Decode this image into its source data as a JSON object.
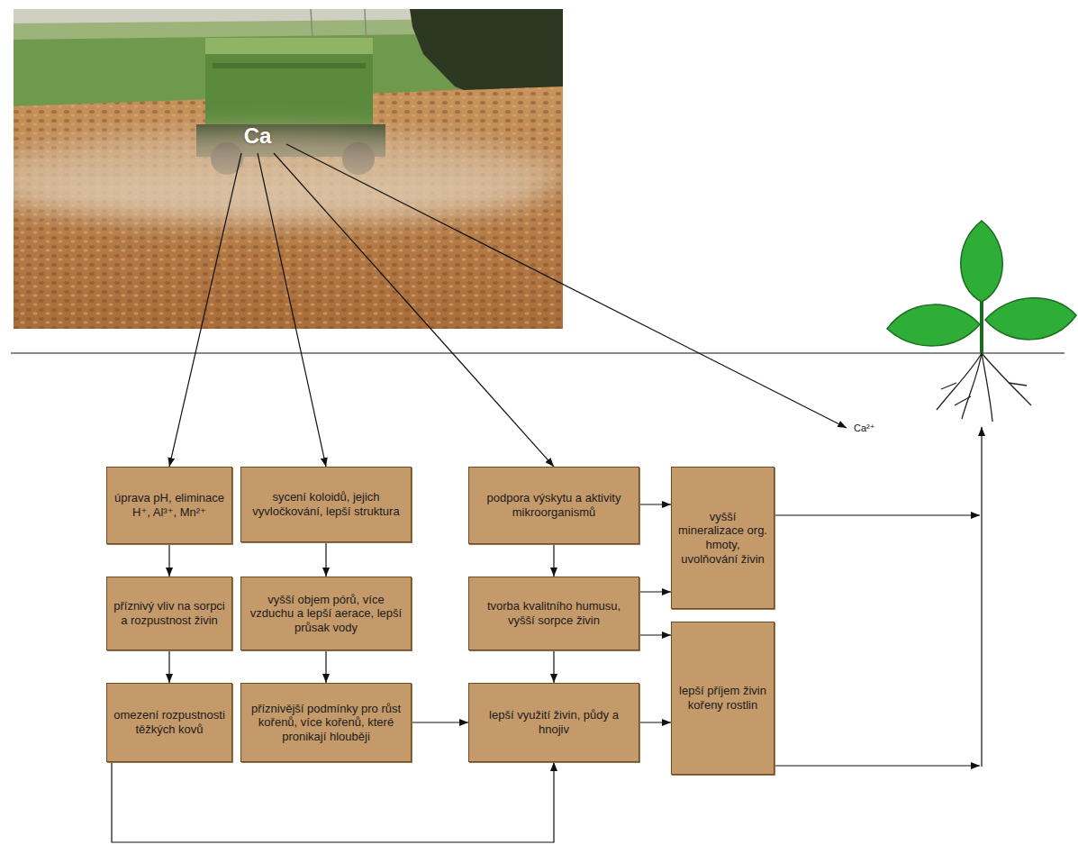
{
  "diagram": {
    "nodes": [
      {
        "text": [
          "Ca"
        ]
      },
      {
        "text": [
          "úprava pH, eliminace H⁺, Al³⁺, Mn²⁺"
        ]
      },
      {
        "text": [
          "příznivý vliv na sorpci a rozpustnost živin"
        ]
      },
      {
        "text": [
          "omezení rozpustnosti těžkých kovů"
        ]
      },
      {
        "text": [
          "sycení koloidů, jejich vyvločkování, lepší struktura"
        ]
      },
      {
        "text": [
          "vyšší objem pórů, více vzduchu a lepší aerace, lepší průsak vody"
        ]
      },
      {
        "text": [
          "příznivější podmínky pro růst kořenů, více kořenů, které pronikají hlouběji"
        ]
      },
      {
        "text": [
          "podpora výskytu a aktivity mikroorganismů"
        ]
      },
      {
        "text": [
          "tvorba kvalitního humusu, vyšší sorpce živin"
        ]
      },
      {
        "text": [
          "lepší využití živin, půdy a hnojiv"
        ]
      },
      {
        "text": [
          "vyšší mineralizace org. hmoty, uvolňování živin"
        ]
      },
      {
        "text": [
          "lepší příjem živin kořeny rostlin"
        ]
      }
    ],
    "edges": [
      {
        "from": 0,
        "to": 1,
        "arrow": "to"
      },
      {
        "from": 0,
        "to": 4,
        "arrow": "to"
      },
      {
        "from": 0,
        "to": 7,
        "arrow": "to"
      },
      {
        "from": 1,
        "to": 2,
        "arrow": "to"
      },
      {
        "from": 2,
        "to": 3,
        "arrow": "to"
      },
      {
        "from": 4,
        "to": 5,
        "arrow": "to"
      },
      {
        "from": 5,
        "to": 6,
        "arrow": "to"
      },
      {
        "from": 7,
        "to": 8,
        "arrow": "to"
      },
      {
        "from": 8,
        "to": 9,
        "arrow": "to"
      },
      {
        "from": 7,
        "to": 10,
        "arrow": "to"
      },
      {
        "from": 8,
        "to": 10,
        "arrow": "to"
      },
      {
        "from": 8,
        "to": 11,
        "arrow": "to"
      },
      {
        "from": 6,
        "to": 9,
        "arrow": "to"
      },
      {
        "from": 9,
        "to": 11,
        "arrow": "to"
      },
      {
        "from": 3,
        "to": 9,
        "arrow": "to"
      }
    ],
    "labels": [
      "Ca²⁺"
    ]
  }
}
